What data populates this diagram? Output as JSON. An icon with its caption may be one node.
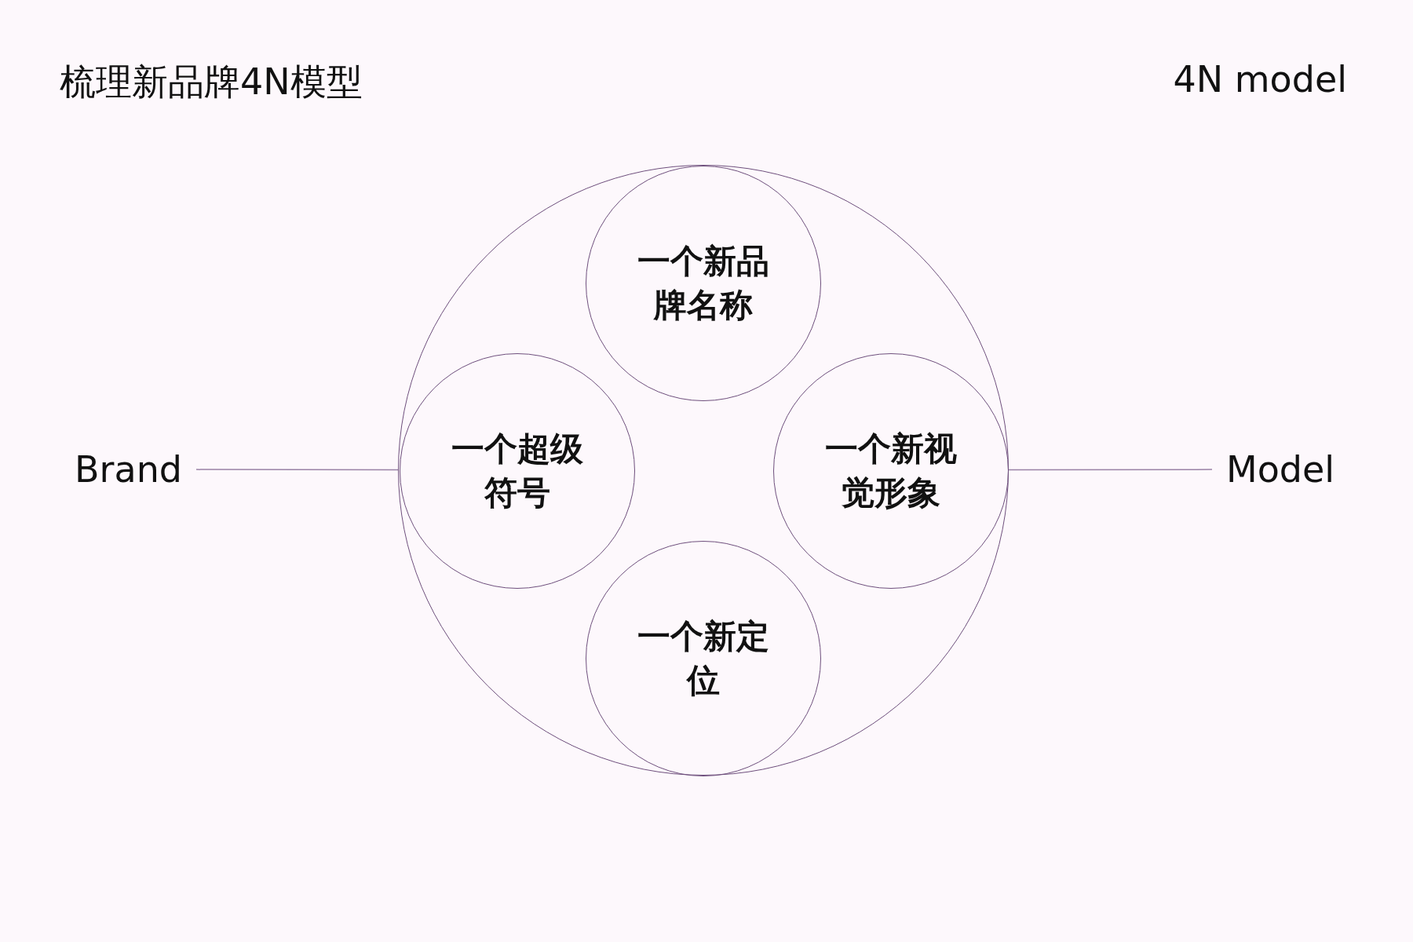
{
  "diagram": {
    "title": "梳理新品牌4N模型",
    "nodes": [
      {
        "text": [],
        "shape": "circle"
      },
      {
        "text": [
          "一个新品牌名称"
        ],
        "in": 0
      },
      {
        "text": [
          "一个超级符号"
        ],
        "in": 0
      },
      {
        "text": [
          "一个新视觉形象"
        ],
        "in": 0
      },
      {
        "text": [
          "一个新定位"
        ],
        "in": 0
      },
      {
        "text": [
          "Brand"
        ]
      },
      {
        "text": [
          "Model"
        ]
      }
    ],
    "edges": [
      {
        "from": 5,
        "to": 0,
        "arrow": "none"
      },
      {
        "from": 0,
        "to": 6,
        "arrow": "none"
      }
    ],
    "labels": [
      "4N model"
    ]
  }
}
